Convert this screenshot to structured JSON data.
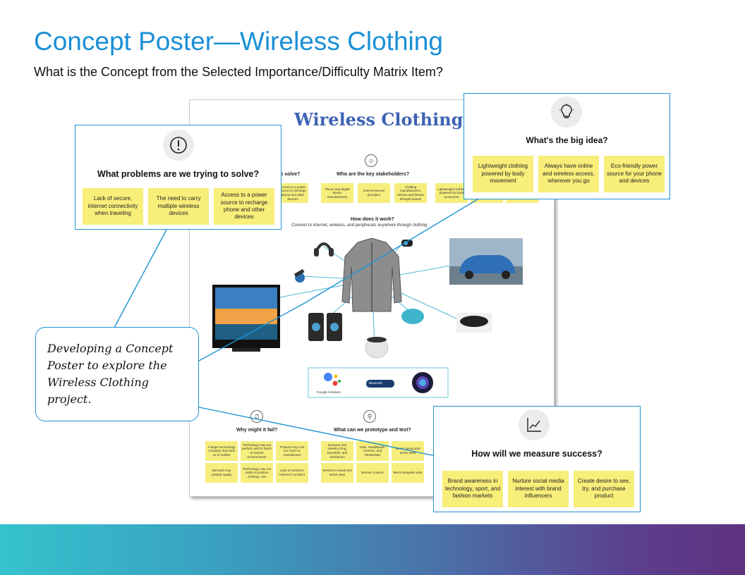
{
  "title": "Concept Poster—Wireless Clothing",
  "subtitle": "What is the Concept from the Selected Importance/Difficulty Matrix Item?",
  "note": "Developing a Concept Poster to explore the Wireless Clothing project.",
  "poster": {
    "title": "Wireless Clothing",
    "solve_partial": "o solve?",
    "stakeholders_heading": "Who are the key stakeholders?",
    "stakeholders": [
      "Phone and digital device manufacturers",
      "Internet service providers",
      "Clothing manufacturers, fashion and fitness lifestyle brands"
    ],
    "left_partial_note": "Access to a power source to recharge phone and other devices",
    "right_partial_note": "Lightweight clothing powered by body movement",
    "how_heading": "How does it work?",
    "how_text": "Connect to internet, wireless, and peripherals anywhere through clothing",
    "logos": [
      "Google Assistant",
      "Bluetooth"
    ],
    "fail_heading": "Why might it fail?",
    "fail_notes": [
      "A larger technology company may beat us to market",
      "Technology may not perform well in harsh or remote environments",
      "Product may cost too much to manufacture",
      "Demand may outstrip supply",
      "Technology may not scale to produce clothing—yet",
      "Lack of customer interest in product"
    ],
    "prototype_heading": "What can we prototype and test?",
    "prototype_notes": [
      "Eyewear and Jewelry (ring, bracelets, and necklaces)",
      "Hats, Headbands, Scarves, and Headwraps",
      "Men's casual and active wear",
      "Women's casual and active wear",
      "Women couture",
      "Men's bespoke suits"
    ]
  },
  "callouts": {
    "problems": {
      "icon": "exclamation-icon",
      "heading": "What problems are we trying to solve?",
      "notes": [
        "Lack of secure, internet connectivity when traveling",
        "The need to carry multiple wireless devices",
        "Access to a power source to recharge phone and other devices"
      ]
    },
    "idea": {
      "icon": "lightbulb-icon",
      "heading": "What's the big idea?",
      "notes": [
        "Lightweight clothing powered by body movement",
        "Always have online and wireless access, wherever you go",
        "Eco-friendly power source for your phone and devices"
      ]
    },
    "measure": {
      "icon": "line-chart-icon",
      "heading": "How will we measure success?",
      "notes": [
        "Brand awareness in technology, sport, and fashion markets",
        "Nurture social media interest with brand influencers",
        "Create desire to see, try, and purchase product"
      ]
    }
  },
  "colors": {
    "title_blue": "#1a8fd6",
    "callout_border": "#1e93d3",
    "sticky_yellow": "#f8ee7a",
    "poster_title": "#3f63b3"
  }
}
